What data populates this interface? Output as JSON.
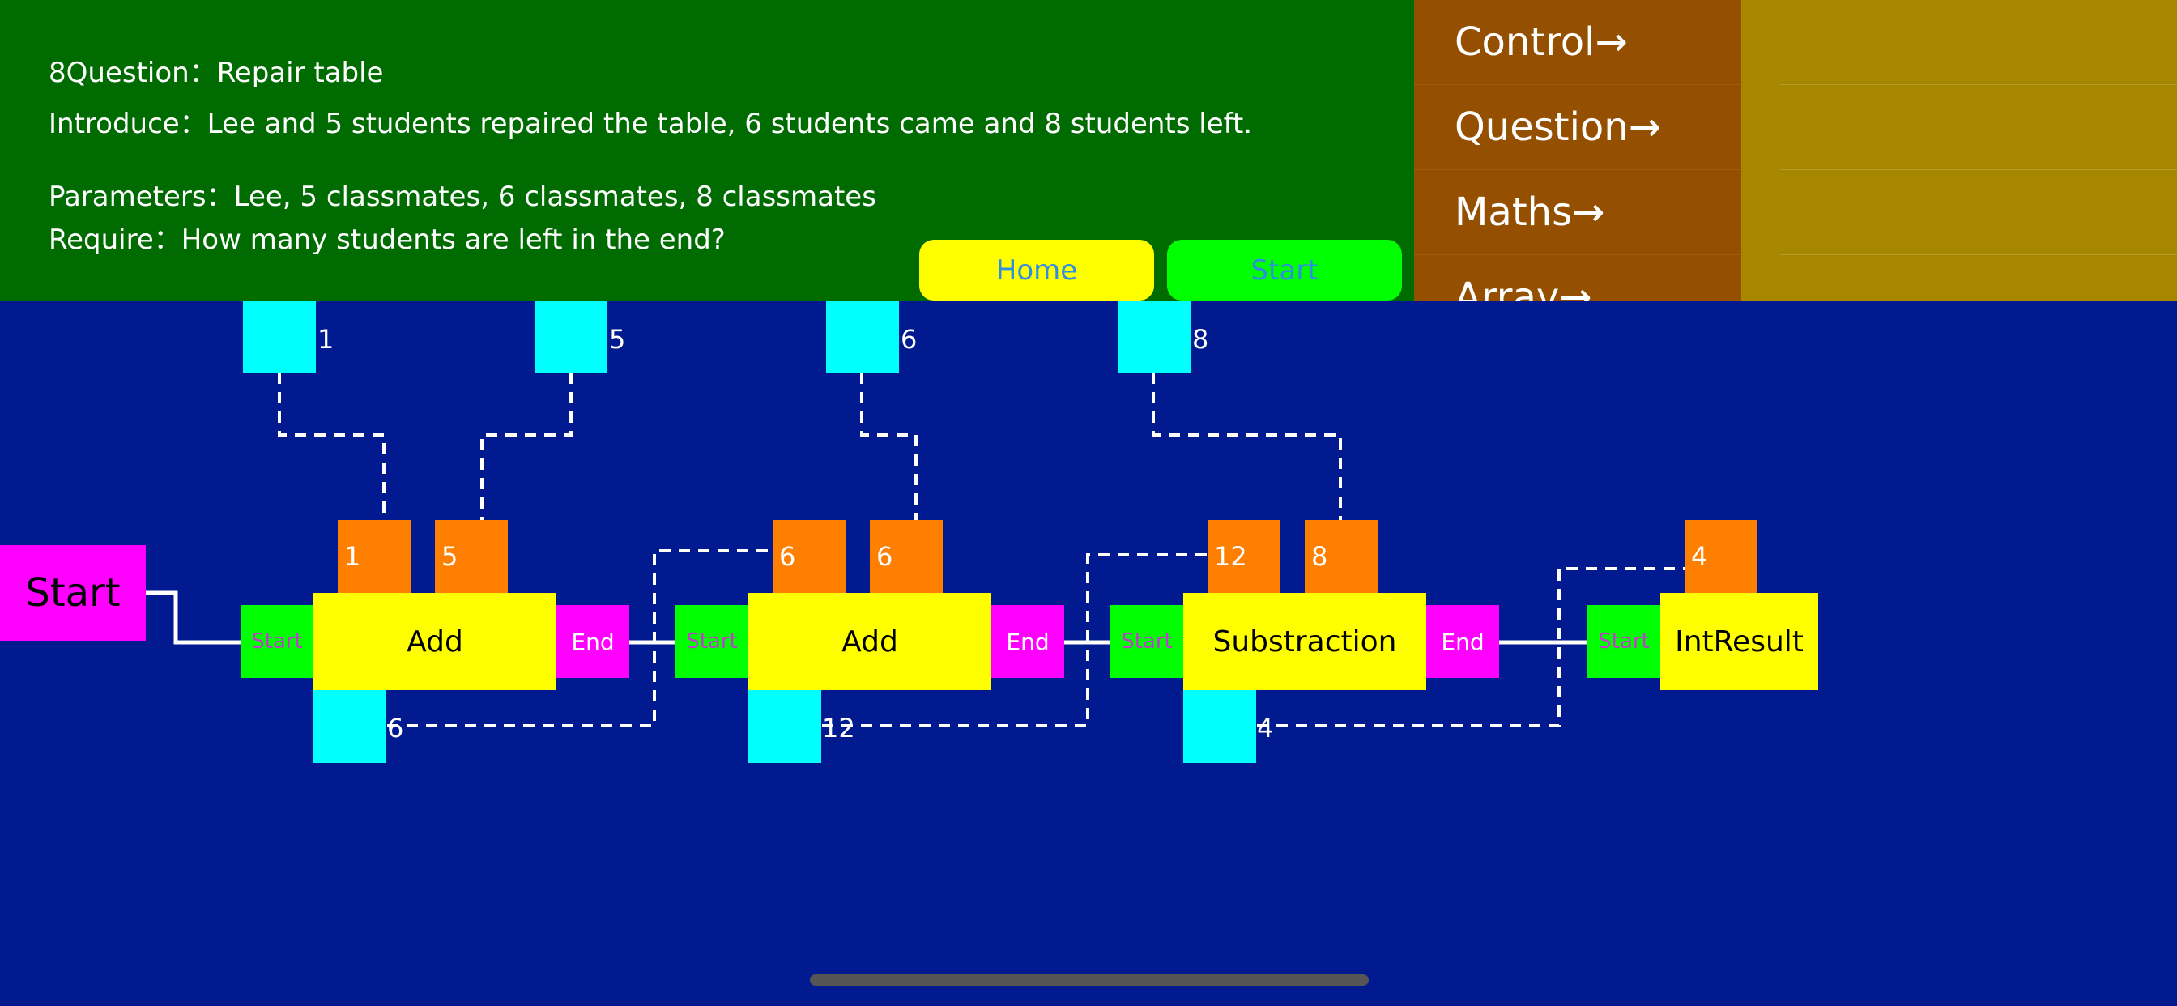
{
  "header": {
    "question": "8Question：Repair table",
    "introduce": "Introduce：Lee and 5 students repaired the table, 6 students came and 8 students left.",
    "parameters": "Parameters：Lee, 5 classmates, 6 classmates, 8 classmates",
    "require": "Require：How many students are left in the end?",
    "home_label": "Home",
    "start_label": "Start"
  },
  "menu": {
    "items": [
      {
        "label": "Control→"
      },
      {
        "label": "Question→"
      },
      {
        "label": "Maths→"
      },
      {
        "label": "Array→"
      }
    ]
  },
  "diagram": {
    "start_node": "Start",
    "inputs": [
      "1",
      "5",
      "6",
      "8"
    ],
    "blocks": [
      {
        "op": "Add",
        "in1": "1",
        "in2": "5",
        "out": "6",
        "start": "Start",
        "end": "End"
      },
      {
        "op": "Add",
        "in1": "6",
        "in2": "6",
        "out": "12",
        "start": "Start",
        "end": "End"
      },
      {
        "op": "Substraction",
        "in1": "12",
        "in2": "8",
        "out": "4",
        "start": "Start",
        "end": "End"
      },
      {
        "op": "IntResult",
        "in1": "4",
        "start": "Start"
      }
    ]
  },
  "colors": {
    "background": "#021a8f",
    "header": "#006b00",
    "menu": "#944f00",
    "right_panel": "#a78600",
    "cyan": "#00ffff",
    "orange": "#ff7f00",
    "yellow": "#ffff00",
    "green": "#00ff00",
    "magenta": "#ff00ff"
  }
}
